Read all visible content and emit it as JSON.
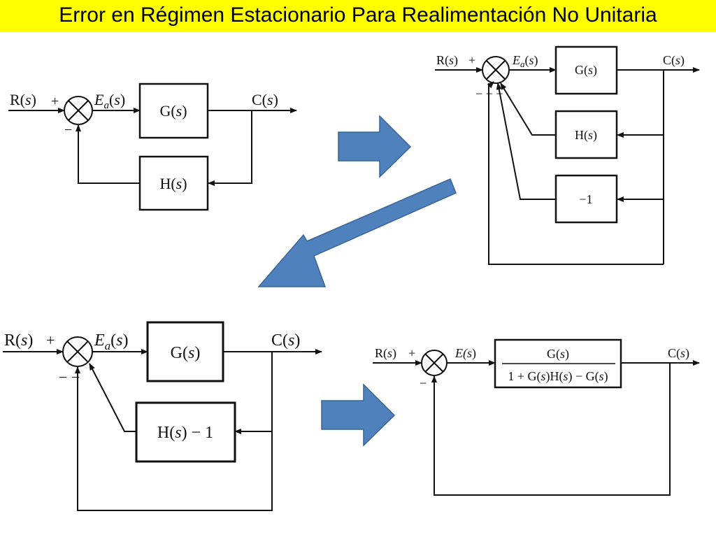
{
  "title": "Error en Régimen Estacionario Para Realimentación No Unitaria",
  "colors": {
    "title_bg": "#ffff00",
    "arrow_fill": "#4f81bd",
    "arrow_stroke": "#3a6496",
    "line": "#111111"
  },
  "diagram1": {
    "input": [
      "R(",
      "s",
      ")"
    ],
    "plus": "+",
    "minus": "−",
    "error": [
      "E",
      "a",
      "(",
      "s",
      ")"
    ],
    "forward": [
      "G(",
      "s",
      ")"
    ],
    "output": [
      "C(",
      "s",
      ")"
    ],
    "feedback": [
      "H(",
      "s",
      ")"
    ]
  },
  "diagram2": {
    "input": [
      "R(",
      "s",
      ")"
    ],
    "plus": "+",
    "minus_signs": "− − −",
    "error": [
      "E",
      "a",
      "(",
      "s",
      ")"
    ],
    "forward": [
      "G(",
      "s",
      ")"
    ],
    "output": [
      "C(",
      "s",
      ")"
    ],
    "feedback1": [
      "H(",
      "s",
      ")"
    ],
    "feedback2": "−1"
  },
  "diagram3": {
    "input": [
      "R(",
      "s",
      ")"
    ],
    "plus": "+",
    "minus_signs": "− −",
    "error": [
      "E",
      "a",
      "(",
      "s",
      ")"
    ],
    "forward": [
      "G(",
      "s",
      ")"
    ],
    "output": [
      "C(",
      "s",
      ")"
    ],
    "feedback": [
      "H(",
      "s",
      ") − 1"
    ]
  },
  "diagram4": {
    "input": [
      "R(",
      "s",
      ")"
    ],
    "plus": "+",
    "minus": "−",
    "error": [
      "E(",
      "s",
      ")"
    ],
    "numerator": [
      "G(",
      "s",
      ")"
    ],
    "denominator": [
      "1 + G(",
      "s",
      ")H(",
      "s",
      ") − G(",
      "s",
      ")"
    ],
    "output": [
      "C(",
      "s",
      ")"
    ]
  }
}
